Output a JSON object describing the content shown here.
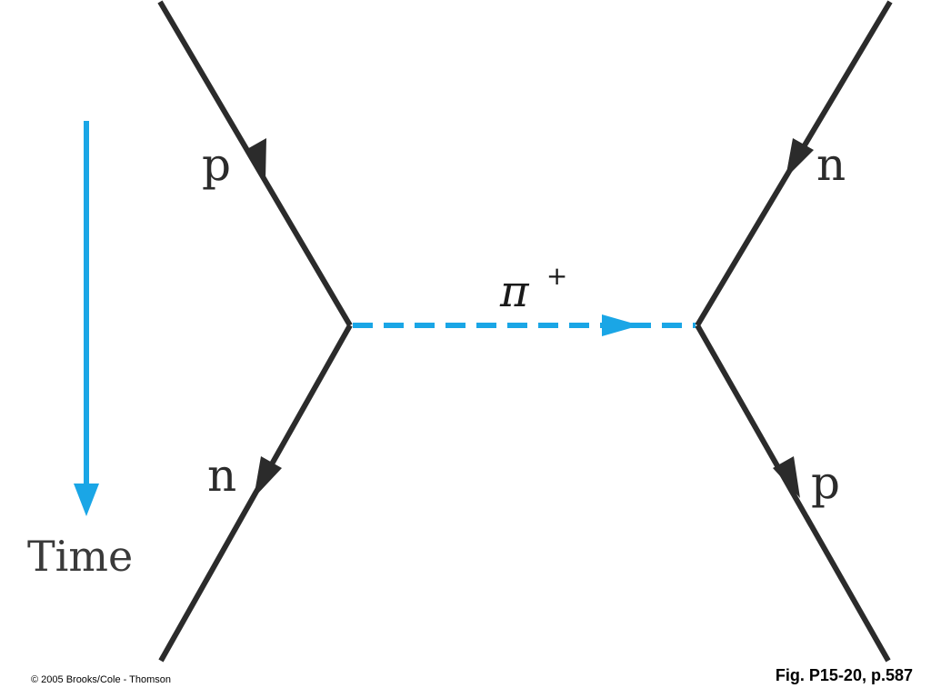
{
  "diagram": {
    "left_incoming_label": "p",
    "left_outgoing_label": "n",
    "right_incoming_label": "n",
    "right_outgoing_label": "p",
    "exchange_particle": "π",
    "exchange_charge": "+",
    "time_label": "Time"
  },
  "footer": {
    "copyright": "© 2005 Brooks/Cole - Thomson",
    "figure_ref": "Fig. P15-20, p.587"
  },
  "colors": {
    "fermion_line": "#2b2b2b",
    "boson_line": "#1aa6e6",
    "time_arrow": "#1aa6e6"
  }
}
